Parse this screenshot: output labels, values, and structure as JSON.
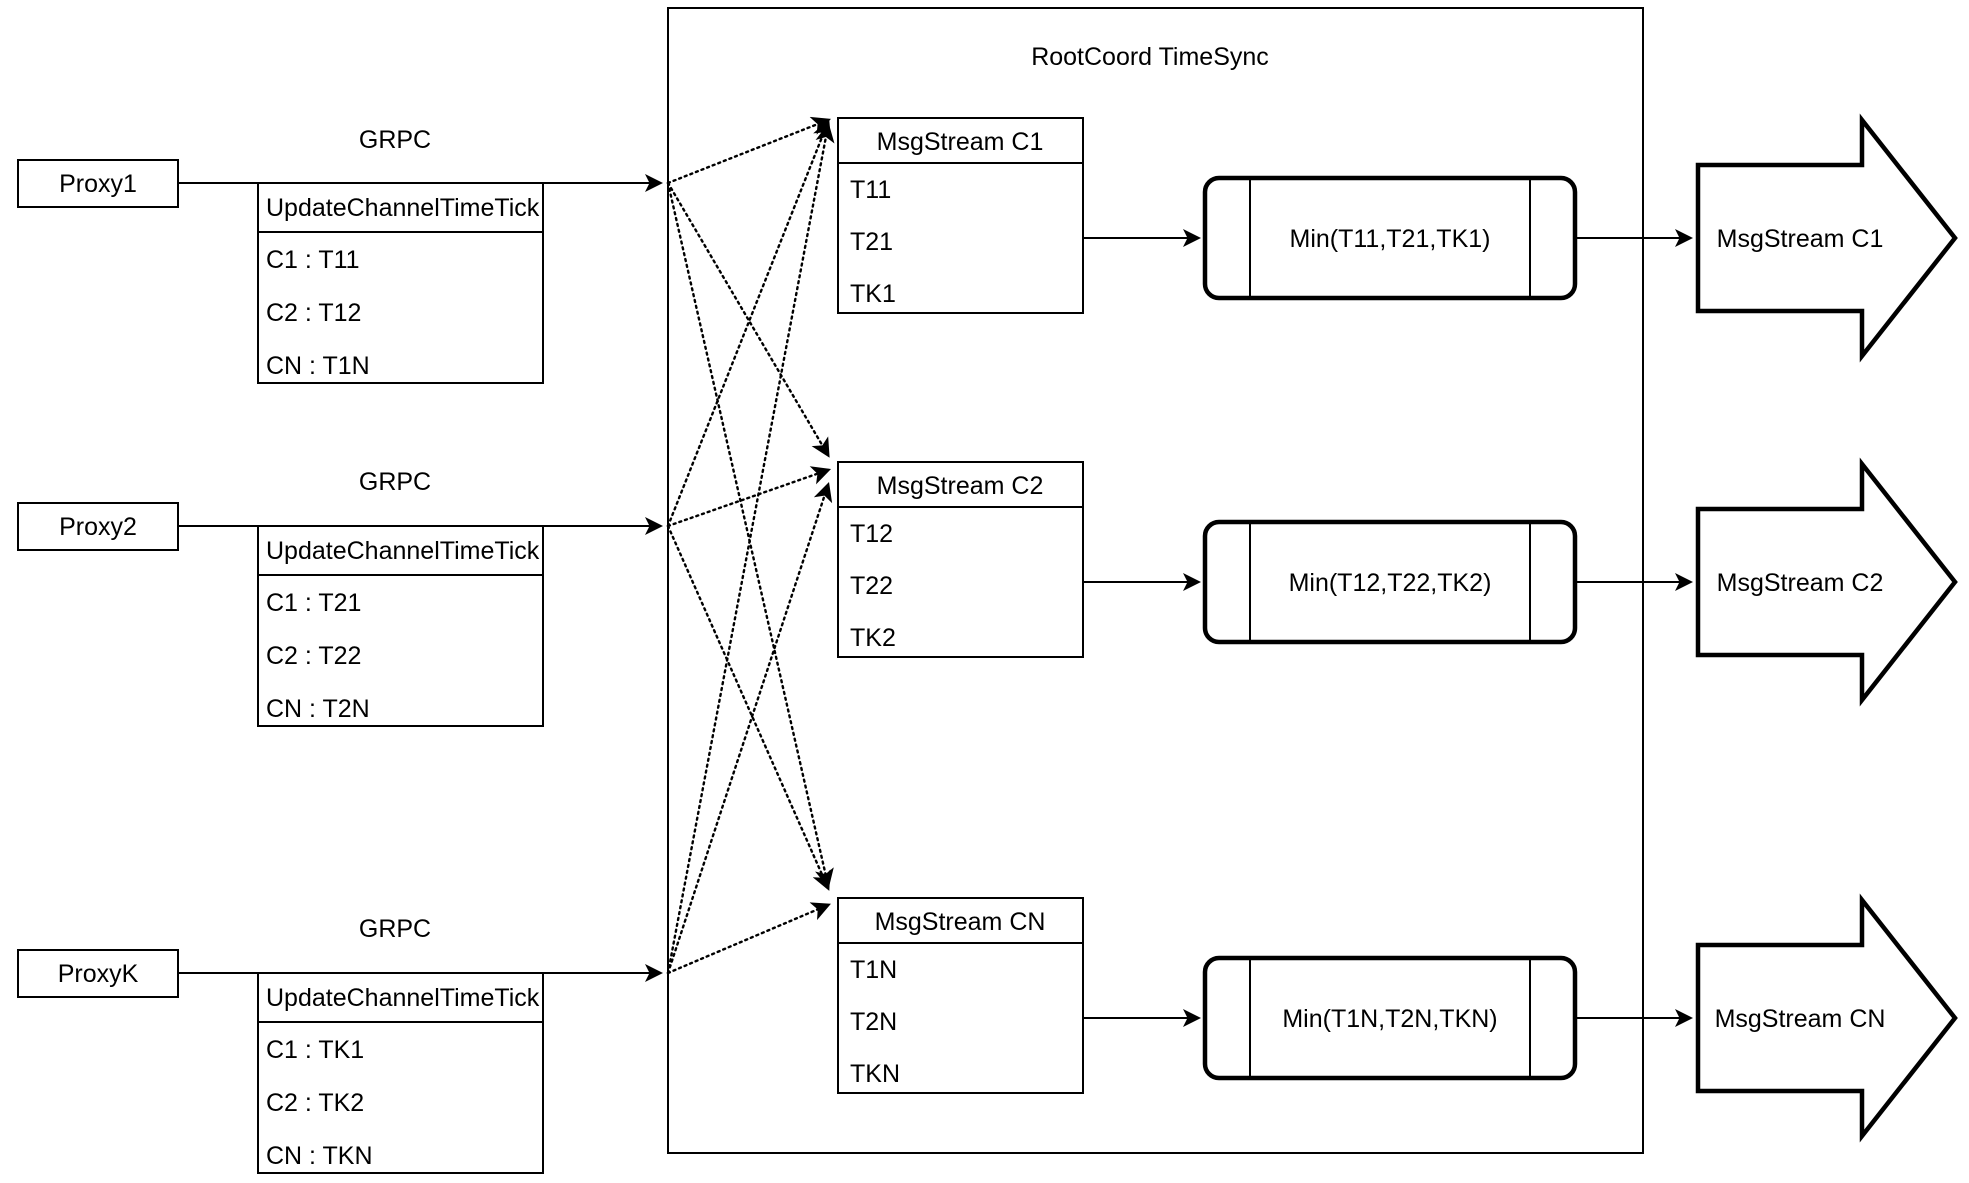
{
  "diagram": {
    "container_title": "RootCoord TimeSync",
    "proxies": [
      {
        "name": "Proxy1",
        "protocol": "GRPC",
        "rpc_title": "UpdateChannelTimeTick",
        "entries": [
          "C1 :  T11",
          "C2 :  T12",
          "CN : T1N"
        ]
      },
      {
        "name": "Proxy2",
        "protocol": "GRPC",
        "rpc_title": "UpdateChannelTimeTick",
        "entries": [
          "C1 :  T21",
          "C2 :  T22",
          "CN : T2N"
        ]
      },
      {
        "name": "ProxyK",
        "protocol": "GRPC",
        "rpc_title": "UpdateChannelTimeTick",
        "entries": [
          "C1 :  TK1",
          "C2 :  TK2",
          "CN : TKN"
        ]
      }
    ],
    "channels": [
      {
        "stream_title": "MsgStream C1",
        "ticks": [
          "T11",
          "T21",
          "TK1"
        ],
        "min_label": "Min(T11,T21,TK1)",
        "output_label": "MsgStream C1"
      },
      {
        "stream_title": "MsgStream C2",
        "ticks": [
          "T12",
          "T22",
          "TK2"
        ],
        "min_label": "Min(T12,T22,TK2)",
        "output_label": "MsgStream C2"
      },
      {
        "stream_title": "MsgStream CN",
        "ticks": [
          "T1N",
          "T2N",
          "TKN"
        ],
        "min_label": "Min(T1N,T2N,TKN)",
        "output_label": "MsgStream CN"
      }
    ],
    "colors": {
      "stroke": "#000000",
      "fill": "#ffffff"
    }
  }
}
